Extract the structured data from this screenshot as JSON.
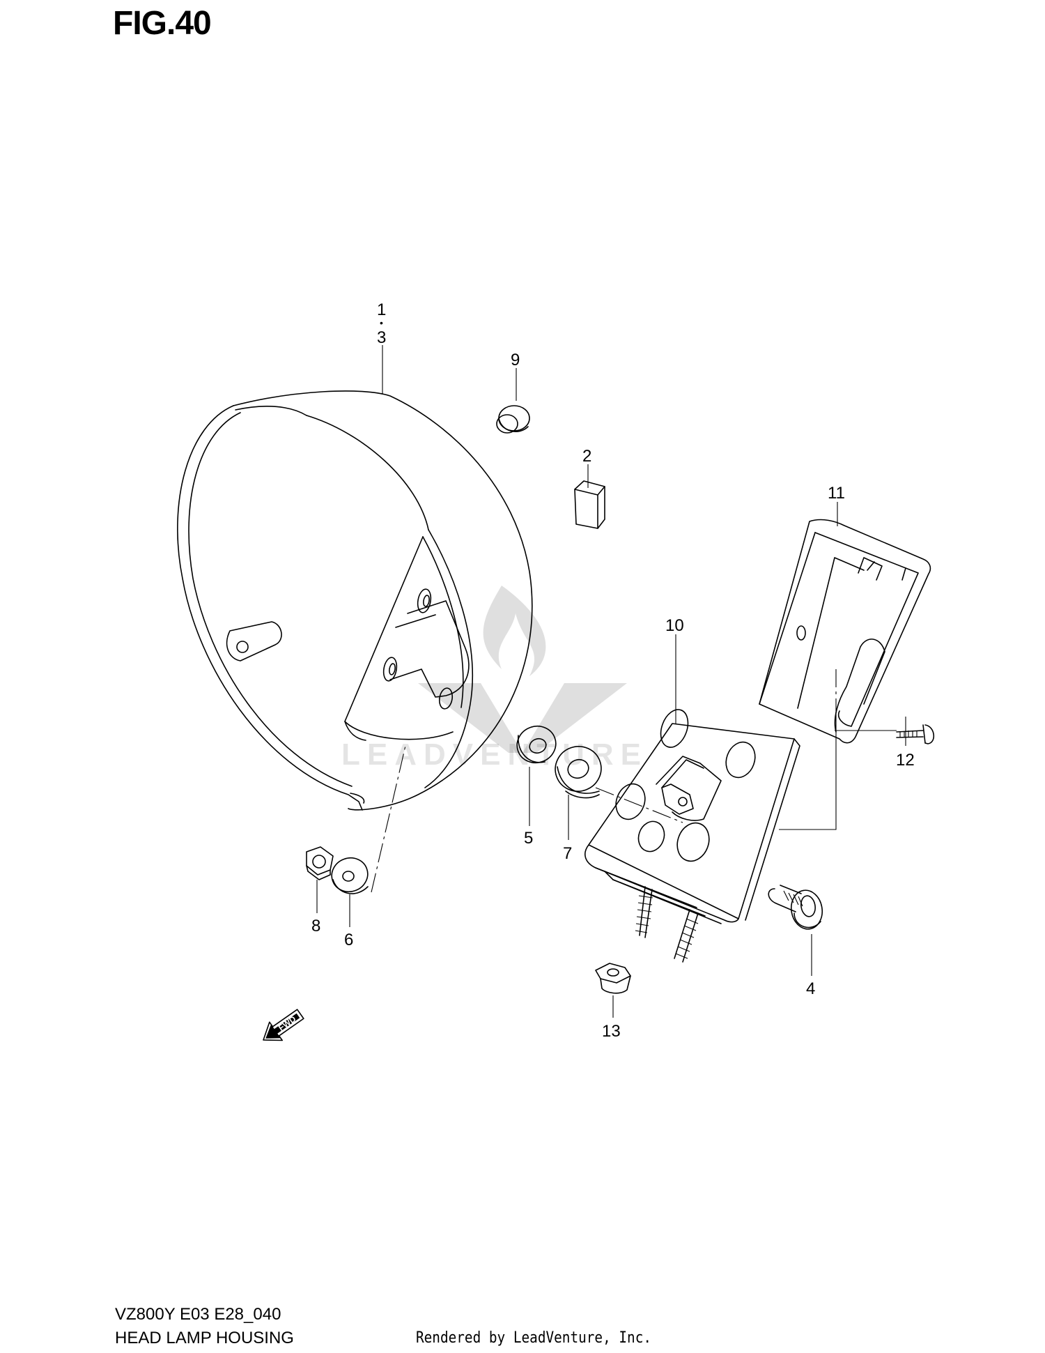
{
  "figure": {
    "title": "FIG.40"
  },
  "callouts": {
    "c1": "1",
    "c2": "2",
    "c3": "3",
    "c4": "4",
    "c5": "5",
    "c6": "6",
    "c7": "7",
    "c8": "8",
    "c9": "9",
    "c10": "10",
    "c11": "11",
    "c12": "12",
    "c13": "13",
    "dot": "•"
  },
  "footer": {
    "model_code": "VZ800Y E03 E28_040",
    "caption": "HEAD LAMP HOUSING",
    "credit": "Rendered by LeadVenture, Inc."
  },
  "watermark": {
    "text": "LEADVENTURE"
  },
  "direction_marker": {
    "label": "FWD",
    "icon": "arrow-fwd-icon"
  }
}
